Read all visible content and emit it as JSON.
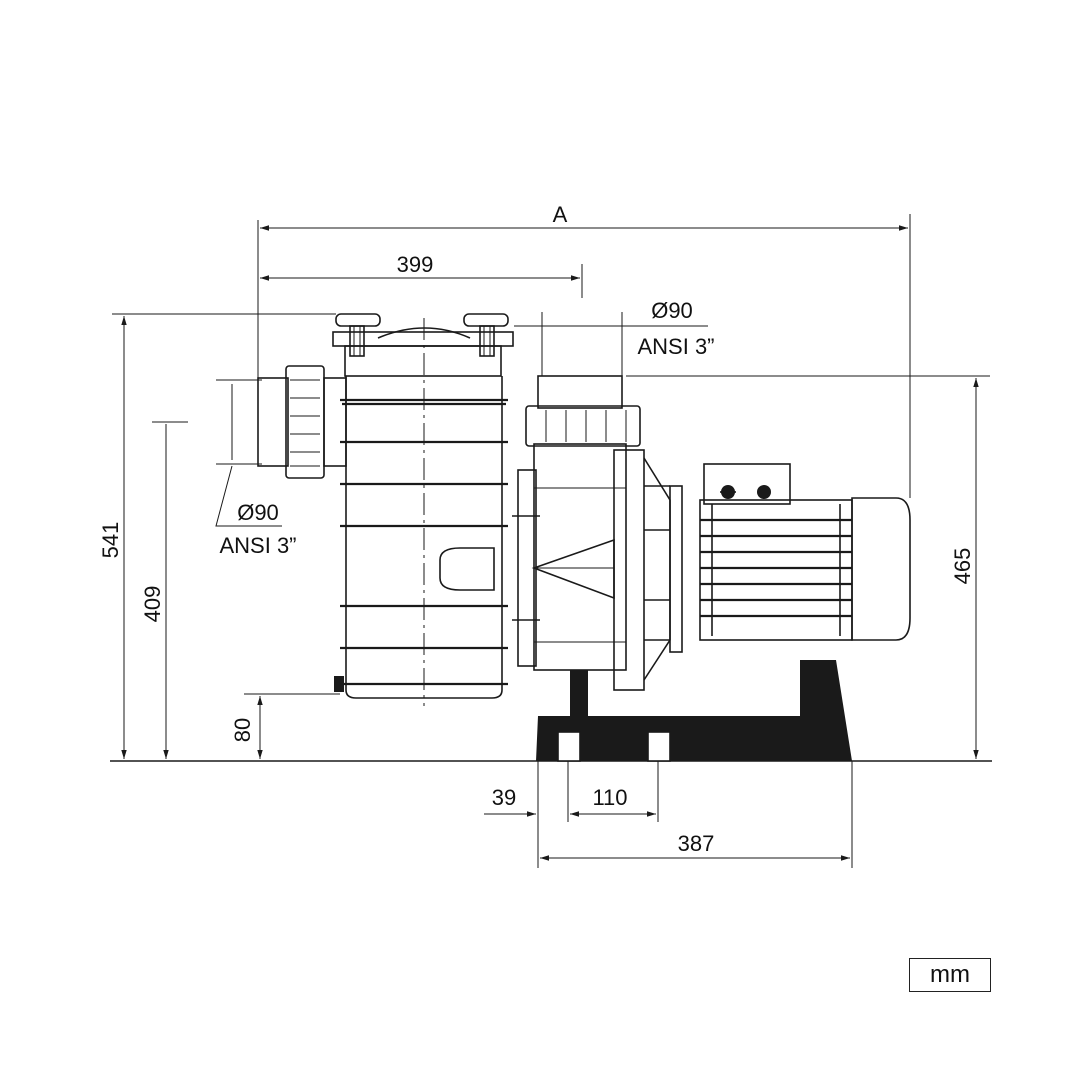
{
  "units": "mm",
  "dimensions": {
    "overall_length": "A",
    "inlet_offset": "399",
    "overall_height": "541",
    "suction_height": "409",
    "discharge_height": "465",
    "pot_base_height": "80",
    "base_offset": "39",
    "mount_spacing": "110",
    "base_length": "387"
  },
  "connections": {
    "inlet": {
      "diameter": "Ø90",
      "standard": "ANSI 3”"
    },
    "outlet": {
      "diameter": "Ø90",
      "standard": "ANSI 3”"
    }
  }
}
